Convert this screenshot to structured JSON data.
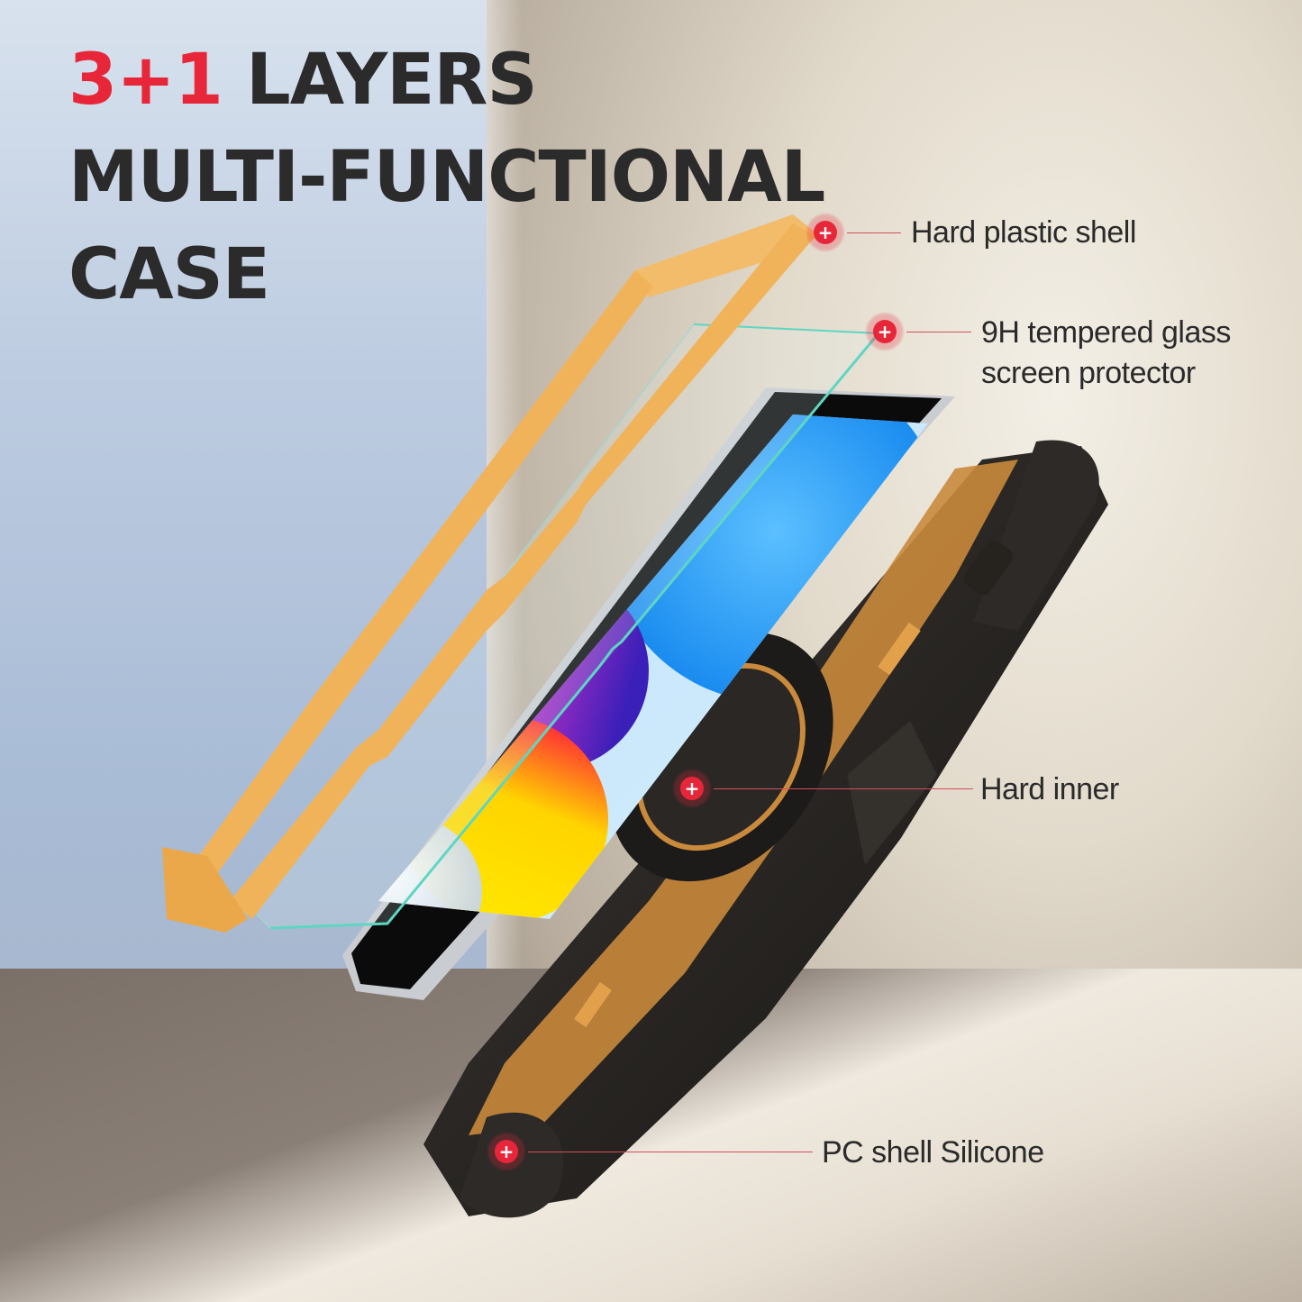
{
  "headline": {
    "accent": "3+1",
    "line1_rest": " LAYERS",
    "line2": "MULTI-FUNCTIONAL",
    "line3": "CASE"
  },
  "callouts": [
    {
      "id": "hard-plastic-shell",
      "text": "Hard plastic shell",
      "marker_icon": "plus-icon",
      "marker_glyph": "+"
    },
    {
      "id": "tempered-glass",
      "text_line1": "9H tempered glass",
      "text_line2": "screen protector",
      "marker_icon": "plus-icon",
      "marker_glyph": "+"
    },
    {
      "id": "hard-inner",
      "text": "Hard inner",
      "marker_icon": "plus-icon",
      "marker_glyph": "+"
    },
    {
      "id": "pc-shell-silicone",
      "text": "PC shell Silicone",
      "marker_icon": "plus-icon",
      "marker_glyph": "+"
    }
  ],
  "colors": {
    "accent_red": "#e8263a",
    "headline_dark": "#2b2b2b",
    "frame_orange": "#f0b35a",
    "case_black": "#2a2826",
    "glass_edge": "#5ed6c2"
  }
}
